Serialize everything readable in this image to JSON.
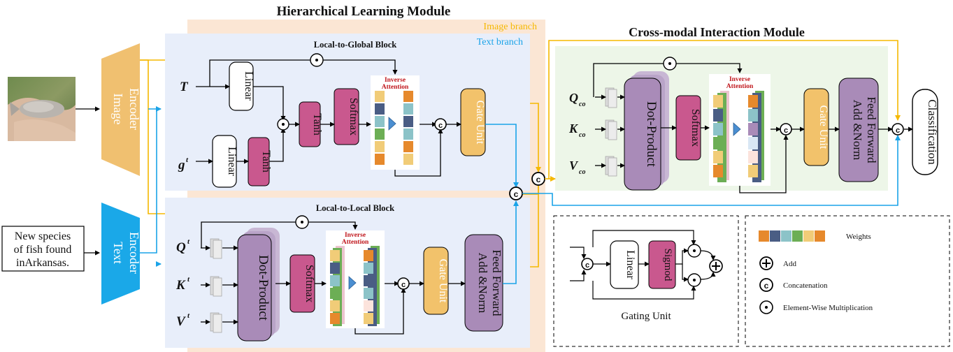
{
  "titles": {
    "hierarchical": "Hierarchical Learning Module",
    "cross_modal": "Cross-modal Interaction Module",
    "image_branch": "Image branch",
    "text_branch": "Text branch",
    "local_to_global": "Local-to-Global Block",
    "local_to_local": "Local-to-Local Block",
    "gating_unit": "Gating Unit"
  },
  "encoders": {
    "image": [
      "Image",
      "Encoder"
    ],
    "text": [
      "Text",
      "Encoder"
    ]
  },
  "text_input": [
    "New species",
    "of fish found",
    "inArkansas."
  ],
  "ops": {
    "linear": "Linear",
    "tanh": "Tanh",
    "softmax": "Softmax",
    "gate_unit": "Gate Unit",
    "dot_product": "Dot-Product",
    "add_norm": [
      "Add &Norm",
      "Feed Forward"
    ],
    "sigmod": "Sigmod",
    "classification": "Classification",
    "inverse_attention": [
      "Inverse",
      "Attention"
    ]
  },
  "symbols": {
    "T": "T",
    "g": "g",
    "g_sup": "t",
    "Q": "Q",
    "K": "K",
    "V": "V",
    "sup_t": "t",
    "sub_co": "co"
  },
  "legend": {
    "weights": "Weights",
    "add": "Add",
    "concatenation": "Concatenation",
    "element_wise": "Element-Wise Multiplication"
  },
  "colors": {
    "image_branch_line": "#f5b800",
    "text_branch_line": "#1aa3e8",
    "image_encoder": "#f0c070",
    "text_encoder": "#1aa8e8",
    "tanh_softmax": "#c9588e",
    "gate": "#f2c26b",
    "dot_product": "#a98bb8",
    "attention_bg": "#e8eefa",
    "cross_bg": "#edf6e8",
    "image_band": "#fbe6d4"
  },
  "weights_palette": [
    "#e6892c",
    "#4a5d84",
    "#8cc3c8",
    "#6cae55",
    "#f1cc78",
    "#e6892c"
  ]
}
